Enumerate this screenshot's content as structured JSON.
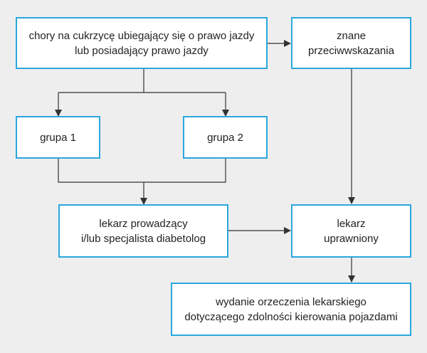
{
  "colors": {
    "background": "#eeeeee",
    "box_border": "#2aa7de",
    "box_fill": "#ffffff",
    "text": "#222222",
    "connector": "#333333"
  },
  "nodes": {
    "applicant": "chory na cukrzycę ubiegający się o prawo jazdy\nlub posiadający prawo jazdy",
    "contraindications": "znane\nprzeciwwskazania",
    "group1": "grupa 1",
    "group2": "grupa 2",
    "treating_doctor": "lekarz prowadzący\ni/lub specjalista diabetolog",
    "authorized_doctor": "lekarz\nuprawniony",
    "certificate": "wydanie orzeczenia lekarskiego\ndotyczącego zdolności kierowania pojazdami"
  }
}
